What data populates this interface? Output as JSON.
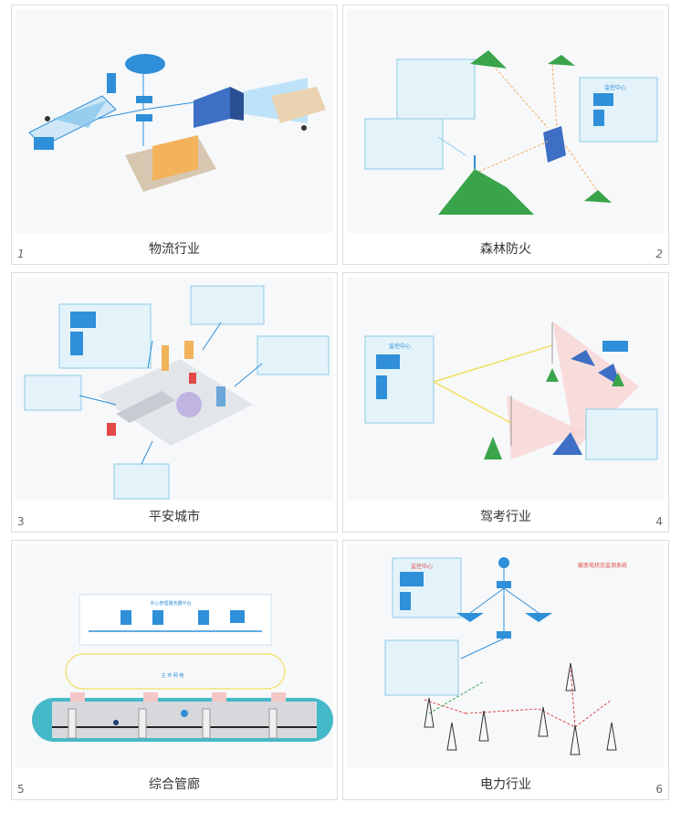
{
  "cards": [
    {
      "id": "logistics",
      "label": "物流行业",
      "number": "1",
      "number_style": "italic-left"
    },
    {
      "id": "forest",
      "label": "森林防火",
      "number": "2",
      "number_style": "italic-right"
    },
    {
      "id": "city",
      "label": "平安城市",
      "number": "3",
      "number_style": "left"
    },
    {
      "id": "driving",
      "label": "驾考行业",
      "number": "4",
      "number_style": "right"
    },
    {
      "id": "pipe",
      "label": "综合管廊",
      "number": "5",
      "number_style": "left"
    },
    {
      "id": "power",
      "label": "电力行业",
      "number": "6",
      "number_style": "right"
    }
  ],
  "diagram_text": {
    "monitor_center": "监控中心",
    "power_title": "输变电状态监测系统",
    "pipe_top": "中心管理服务器平台",
    "pipe_ring": "主 环 网 络"
  },
  "colors": {
    "accent_blue": "#2f8fd8",
    "light_blue": "#d9eef8",
    "red_link": "#e04848",
    "green_tree": "#3aa44a",
    "yellow_link": "#f0e060",
    "pipe_teal": "#45b9c8"
  }
}
